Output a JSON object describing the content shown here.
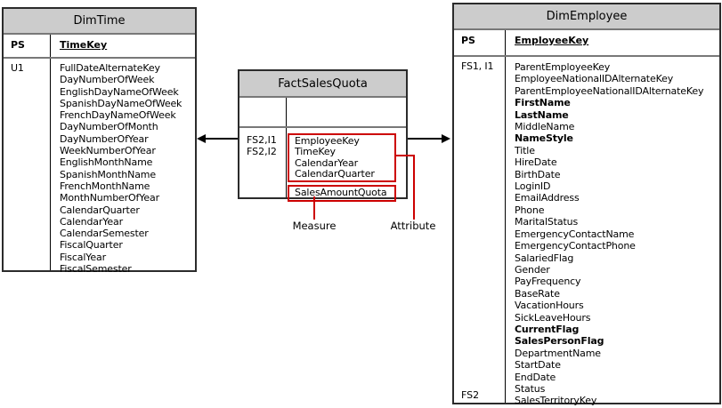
{
  "diagram": {
    "colors": {
      "header_bg": "#cccccc",
      "table_border": "#2b2b2b",
      "grid_line": "#787878",
      "annotation": "#cc0000",
      "arrow": "#000000"
    },
    "dim_time": {
      "title": "DimTime",
      "key_col_label": "PS",
      "key_field": "TimeKey",
      "body_label": "U1",
      "fields": [
        "FullDateAlternateKey",
        "DayNumberOfWeek",
        "EnglishDayNameOfWeek",
        "SpanishDayNameOfWeek",
        "FrenchDayNameOfWeek",
        "DayNumberOfMonth",
        "DayNumberOfYear",
        "WeekNumberOfYear",
        "EnglishMonthName",
        "SpanishMonthName",
        "FrenchMonthName",
        "MonthNumberOfYear",
        "CalendarQuarter",
        "CalendarYear",
        "CalendarSemester",
        "FiscalQuarter",
        "FiscalYear",
        "FiscalSemester"
      ]
    },
    "fact_sales_quota": {
      "title": "FactSalesQuota",
      "body_labels": [
        "FS2,I1",
        "FS2,I2"
      ],
      "attribute_fields": [
        "EmployeeKey",
        "TimeKey",
        "CalendarYear",
        "CalendarQuarter"
      ],
      "measure_fields": [
        "SalesAmountQuota"
      ]
    },
    "dim_employee": {
      "title": "DimEmployee",
      "key_col_label": "PS",
      "key_field": "EmployeeKey",
      "body_label_top": "FS1, I1",
      "body_label_bottom": "FS2",
      "fields": [
        {
          "label": "ParentEmployeeKey",
          "bold": false
        },
        {
          "label": "EmployeeNationalIDAlternateKey",
          "bold": false
        },
        {
          "label": "ParentEmployeeNationalIDAlternateKey",
          "bold": false
        },
        {
          "label": "FirstName",
          "bold": true
        },
        {
          "label": "LastName",
          "bold": true
        },
        {
          "label": "MiddleName",
          "bold": false
        },
        {
          "label": "NameStyle",
          "bold": true
        },
        {
          "label": "Title",
          "bold": false
        },
        {
          "label": "HireDate",
          "bold": false
        },
        {
          "label": "BirthDate",
          "bold": false
        },
        {
          "label": "LoginID",
          "bold": false
        },
        {
          "label": "EmailAddress",
          "bold": false
        },
        {
          "label": "Phone",
          "bold": false
        },
        {
          "label": "MaritalStatus",
          "bold": false
        },
        {
          "label": "EmergencyContactName",
          "bold": false
        },
        {
          "label": "EmergencyContactPhone",
          "bold": false
        },
        {
          "label": "SalariedFlag",
          "bold": false
        },
        {
          "label": "Gender",
          "bold": false
        },
        {
          "label": "PayFrequency",
          "bold": false
        },
        {
          "label": "BaseRate",
          "bold": false
        },
        {
          "label": "VacationHours",
          "bold": false
        },
        {
          "label": "SickLeaveHours",
          "bold": false
        },
        {
          "label": "CurrentFlag",
          "bold": true
        },
        {
          "label": "SalesPersonFlag",
          "bold": true
        },
        {
          "label": "DepartmentName",
          "bold": false
        },
        {
          "label": "StartDate",
          "bold": false
        },
        {
          "label": "EndDate",
          "bold": false
        },
        {
          "label": "Status",
          "bold": false
        },
        {
          "label": "SalesTerritoryKey",
          "bold": false
        }
      ]
    },
    "callouts": {
      "measure": "Measure",
      "attribute": "Attribute"
    }
  }
}
